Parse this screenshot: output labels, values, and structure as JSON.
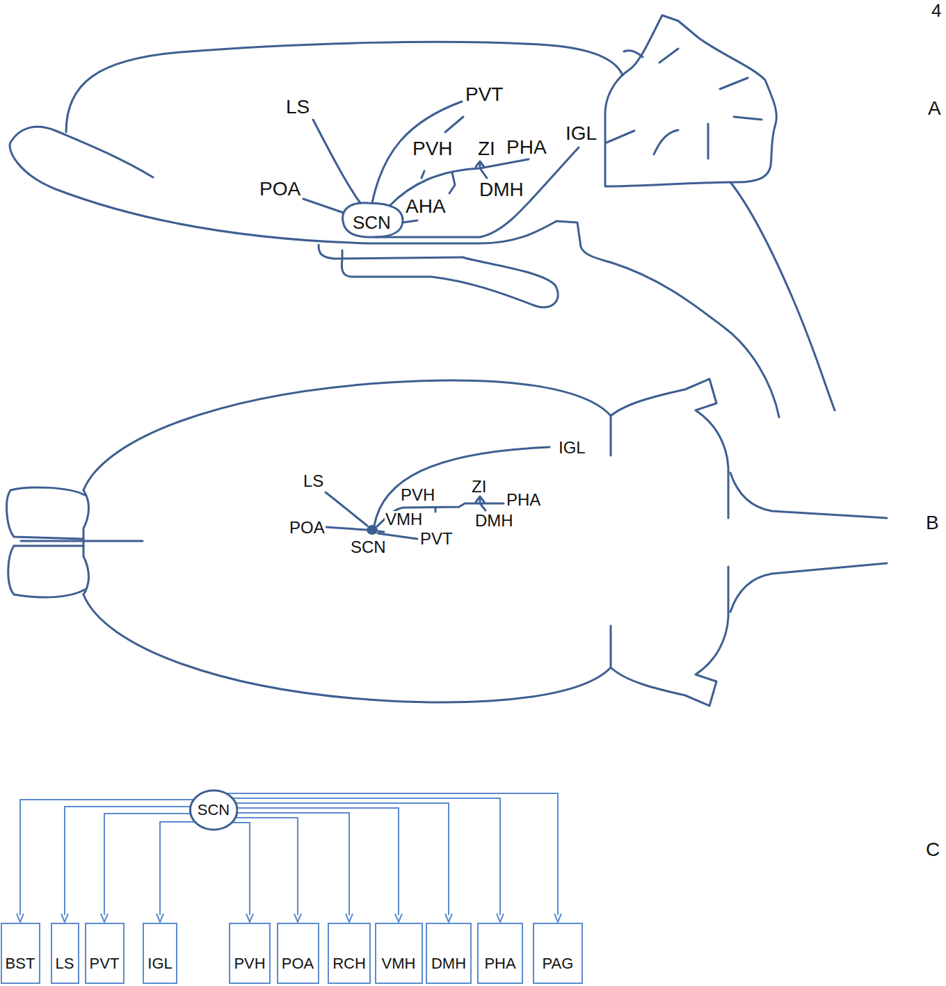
{
  "diagram": {
    "nodes": [
      {
        "text": [
          "SCN"
        ]
      },
      {
        "text": [
          "BST"
        ]
      },
      {
        "text": [
          "LS"
        ]
      },
      {
        "text": [
          "PVT"
        ]
      },
      {
        "text": [
          "IGL"
        ]
      },
      {
        "text": [
          "PVH"
        ]
      },
      {
        "text": [
          "POA"
        ]
      },
      {
        "text": [
          "RCH"
        ]
      },
      {
        "text": [
          "VMH"
        ]
      },
      {
        "text": [
          "DMH"
        ]
      },
      {
        "text": [
          "PHA"
        ]
      },
      {
        "text": [
          "PAG"
        ]
      }
    ],
    "edges": [
      {
        "from": 0,
        "to": 1,
        "arrow": "to"
      },
      {
        "from": 0,
        "to": 2,
        "arrow": "to"
      },
      {
        "from": 0,
        "to": 3,
        "arrow": "to"
      },
      {
        "from": 0,
        "to": 4,
        "arrow": "to"
      },
      {
        "from": 0,
        "to": 5,
        "arrow": "to"
      },
      {
        "from": 0,
        "to": 6,
        "arrow": "to"
      },
      {
        "from": 0,
        "to": 7,
        "arrow": "to"
      },
      {
        "from": 0,
        "to": 8,
        "arrow": "to"
      },
      {
        "from": 0,
        "to": 9,
        "arrow": "to"
      },
      {
        "from": 0,
        "to": 10,
        "arrow": "to"
      },
      {
        "from": 0,
        "to": 11,
        "arrow": "to"
      }
    ],
    "labels": [
      "4",
      "A",
      "LS",
      "PVT",
      "PVH",
      "ZI",
      "PHA",
      "IGL",
      "POA",
      "SCN",
      "AHA",
      "DMH",
      "B",
      "IGL",
      "LS",
      "PVH",
      "ZI",
      "PHA",
      "POA",
      "VMH",
      "DMH",
      "SCN",
      "PVT",
      "C"
    ]
  }
}
